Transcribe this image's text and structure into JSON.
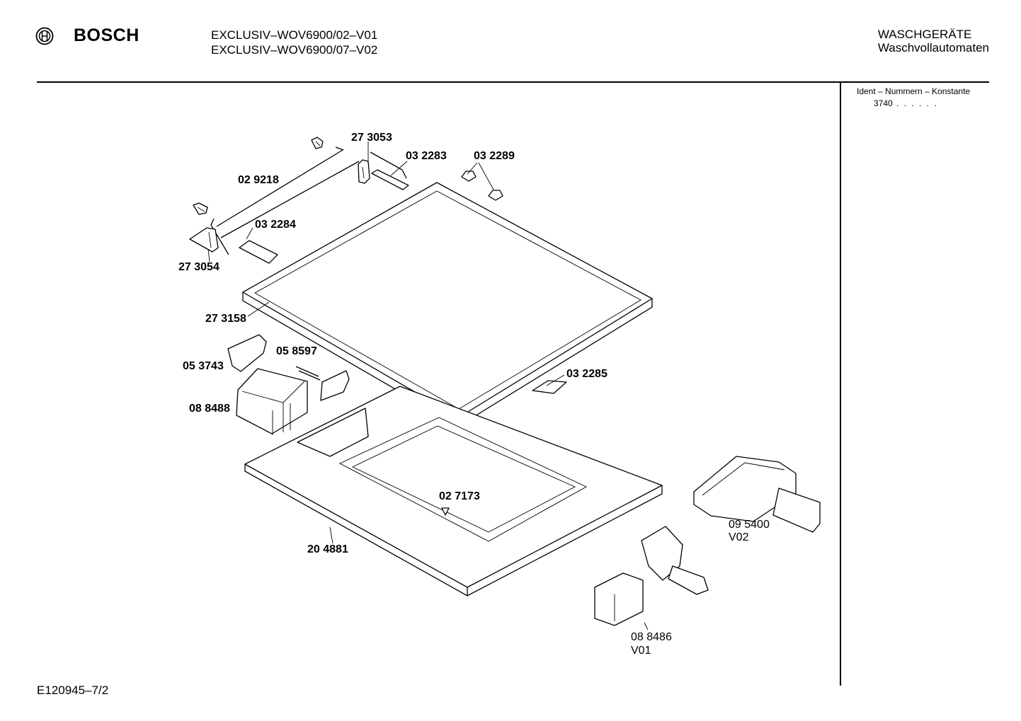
{
  "header": {
    "brand": "BOSCH",
    "model_line_1": "EXCLUSIV–WOV6900/02–V01",
    "model_line_2": "EXCLUSIV–WOV6900/07–V02",
    "category_line_1": "WASCHGERÄTE",
    "category_line_2": "Waschvollautomaten"
  },
  "sidebar": {
    "ident_title": "Ident – Nummern – Konstante",
    "ident_value": "3740",
    "ident_dots": ". . . . . ."
  },
  "footer": {
    "drawing_id": "E120945–7/2"
  },
  "parts": {
    "p_273053": "27 3053",
    "p_032283": "03 2283",
    "p_032289": "03 2289",
    "p_029218": "02 9218",
    "p_032284": "03 2284",
    "p_273054": "27 3054",
    "p_273158": "27 3158",
    "p_058597": "05 8597",
    "p_053743": "05 3743",
    "p_088488": "08 8488",
    "p_032285": "03 2285",
    "p_027173": "02 7173",
    "p_204881": "20 4881",
    "p_095400": "09 5400",
    "p_095400_variant": "V02",
    "p_088486": "08 8486",
    "p_088486_variant": "V01"
  }
}
